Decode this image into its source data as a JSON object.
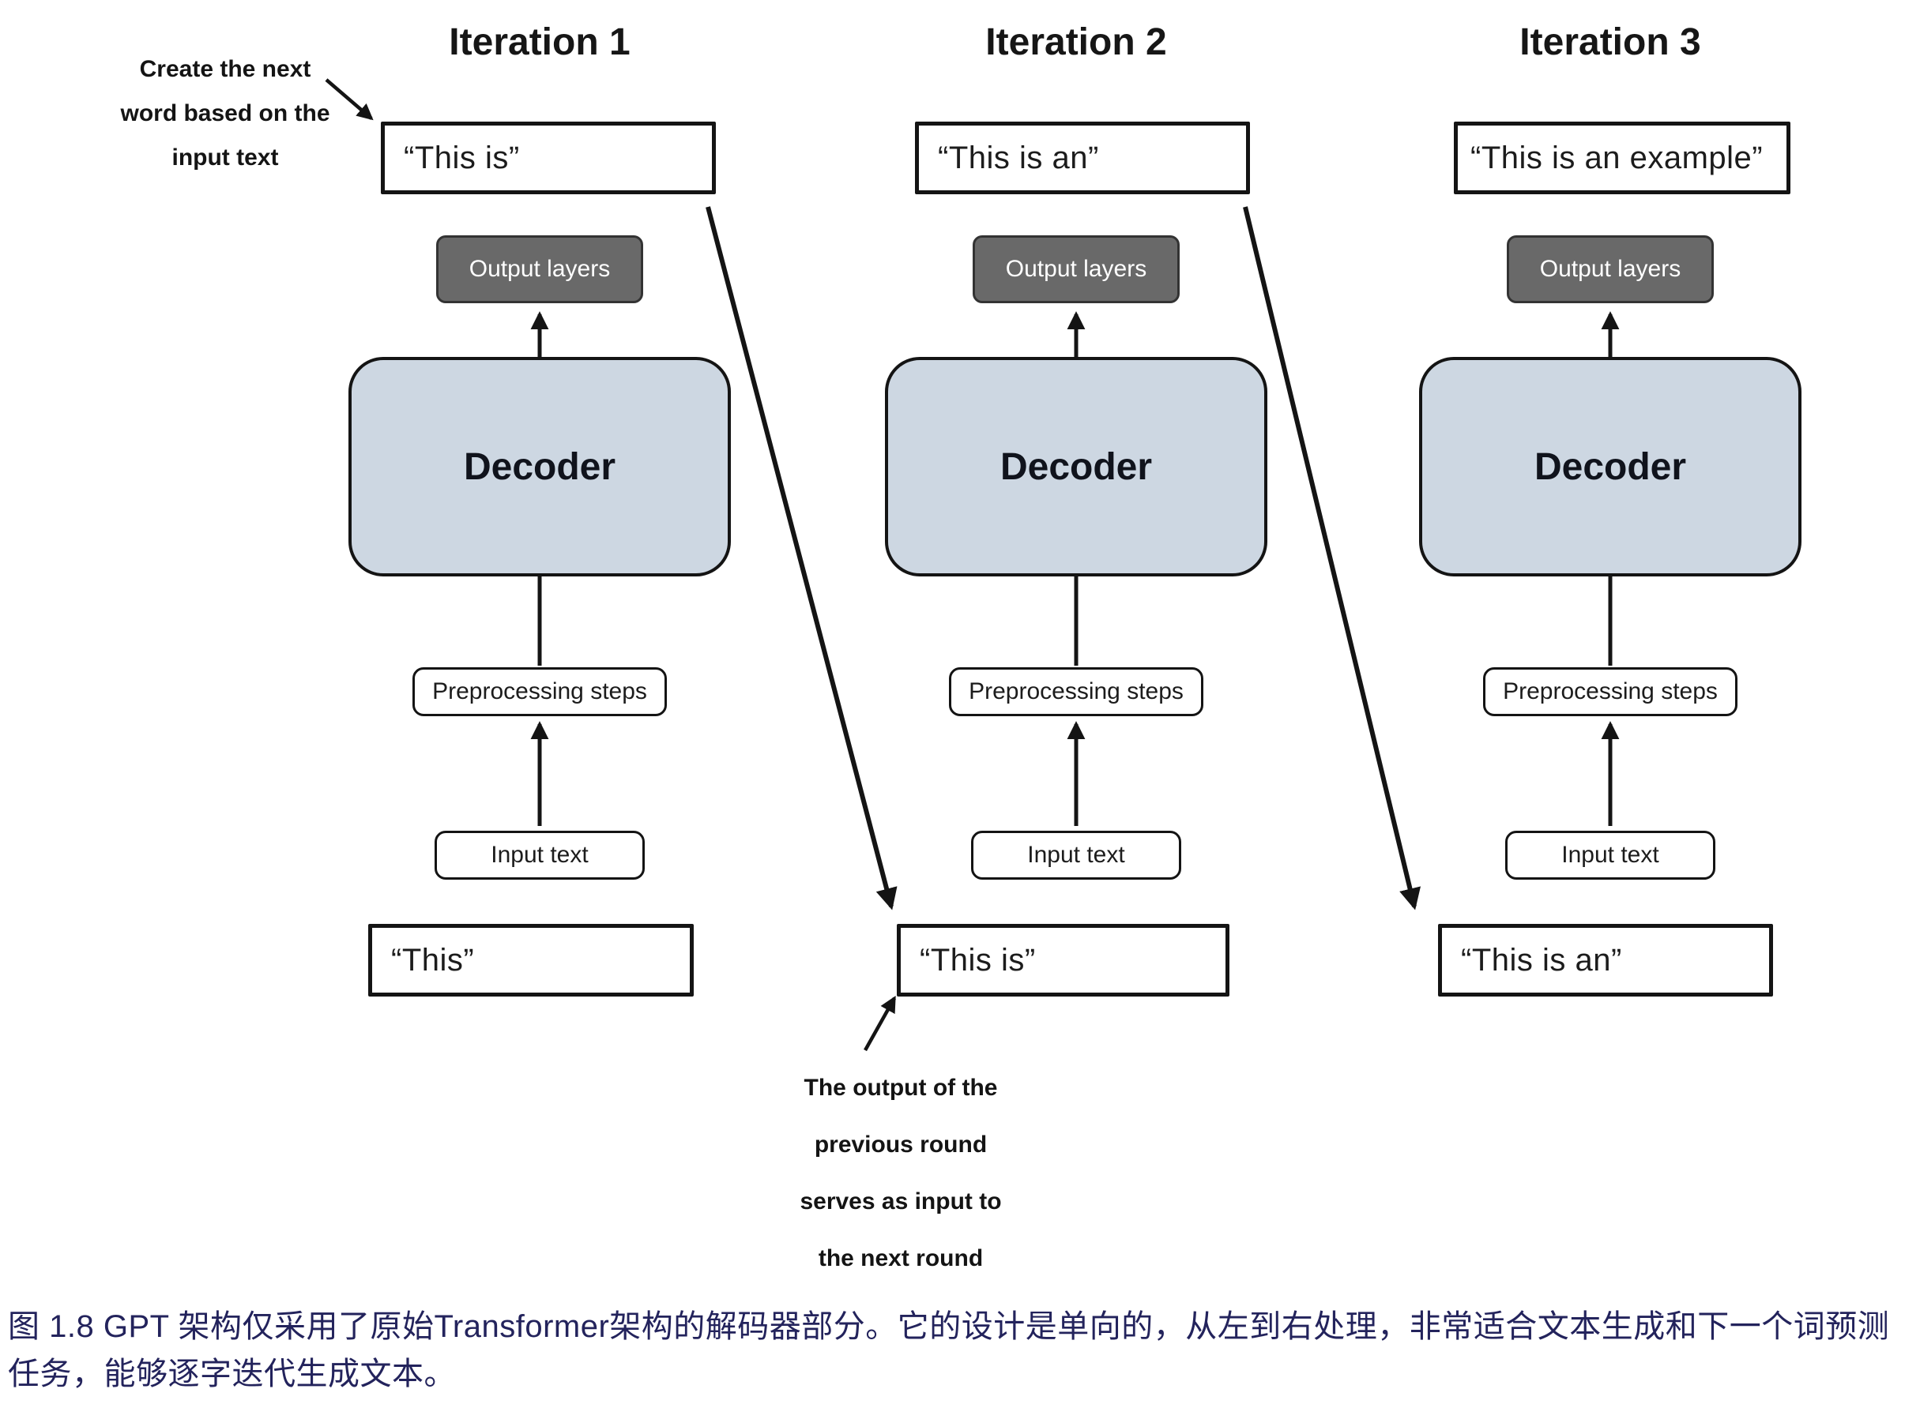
{
  "figure": {
    "columns": [
      {
        "title": "Iteration 1",
        "top_box": "“This is”",
        "output_layers": "Output layers",
        "decoder": "Decoder",
        "preprocessing": "Preprocessing steps",
        "input_text": "Input text",
        "bottom_box": "“This”"
      },
      {
        "title": "Iteration 2",
        "top_box": "“This is an”",
        "output_layers": "Output layers",
        "decoder": "Decoder",
        "preprocessing": "Preprocessing steps",
        "input_text": "Input text",
        "bottom_box": "“This is”"
      },
      {
        "title": "Iteration 3",
        "top_box": "“This is an example”",
        "output_layers": "Output layers",
        "decoder": "Decoder",
        "preprocessing": "Preprocessing steps",
        "input_text": "Input text",
        "bottom_box": "“This is an”"
      }
    ],
    "annotations": {
      "create_next": {
        "lines": [
          "Create the next",
          "word based on the",
          "input text"
        ]
      },
      "output_loop": {
        "lines": [
          "The output of the",
          "previous round",
          "serves as input to",
          "the next round"
        ]
      }
    }
  },
  "caption": {
    "text": "图 1.8  GPT 架构仅采用了原始Transformer架构的解码器部分。它的设计是单向的，从左到右处理，非常适合文本生成和下一个词预测任务，能够逐字迭代生成文本。"
  },
  "colors": {
    "decoder_fill": "#cdd7e2",
    "output_fill": "#696969",
    "caption_text": "#23235c",
    "line": "#141414"
  }
}
